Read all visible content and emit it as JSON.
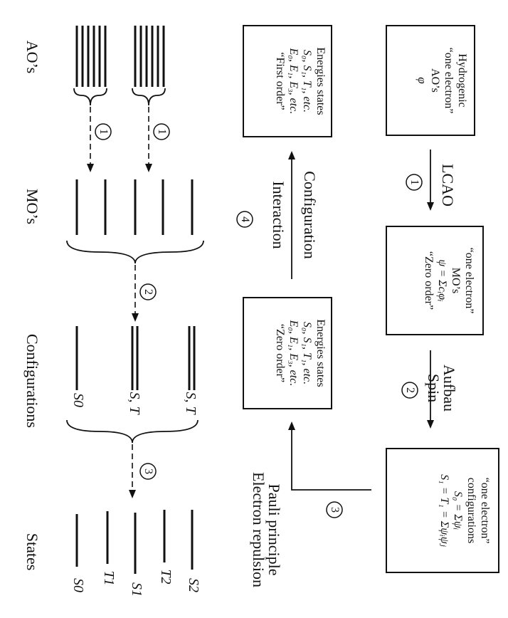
{
  "left_column": {
    "aos_label": "AO’s",
    "mos_label": "MO’s",
    "configurations_label": "Configurations",
    "states_label": "States",
    "step1a": "1",
    "step1b": "1",
    "step2": "2",
    "step3": "3",
    "config_levels": [
      "S, T",
      "S, T",
      "S0"
    ],
    "state_levels": [
      "S2",
      "T2",
      "S1",
      "T1",
      "S0"
    ]
  },
  "boxes": {
    "hydrogenic": [
      "Hydrogenic",
      "“one electron”",
      "AO’s",
      "φ"
    ],
    "mo": [
      "“one electron”",
      "MO’s",
      "ψ = Σcᵢφᵢ",
      "“Zero order”"
    ],
    "configurations": [
      "“one electron”",
      "configurations",
      "S₀ = Σψᵢ",
      "S₁ = T₁ = Σψᵢψⱼ"
    ],
    "energies_first": [
      "Energies states",
      "S₀, S₁, T₁, etc.",
      "E₀, E₁, E₃, etc.",
      "“First order”"
    ],
    "energies_zero": [
      "Energies states",
      "S₀, S₁, T₁, etc.",
      "E₀, E₁, E₃, etc.",
      "“Zero order”"
    ]
  },
  "arrows": {
    "lcao": "LCAO",
    "lcao_step": "1",
    "aufbau": "Aufbau",
    "spin": "Spin",
    "aufbau_step": "2",
    "pauli": "Pauli principle",
    "electron_repulsion": "Electron repulsion",
    "pauli_step": "3",
    "configuration": "Configuration",
    "interaction": "Interaction",
    "ci_step": "4"
  }
}
